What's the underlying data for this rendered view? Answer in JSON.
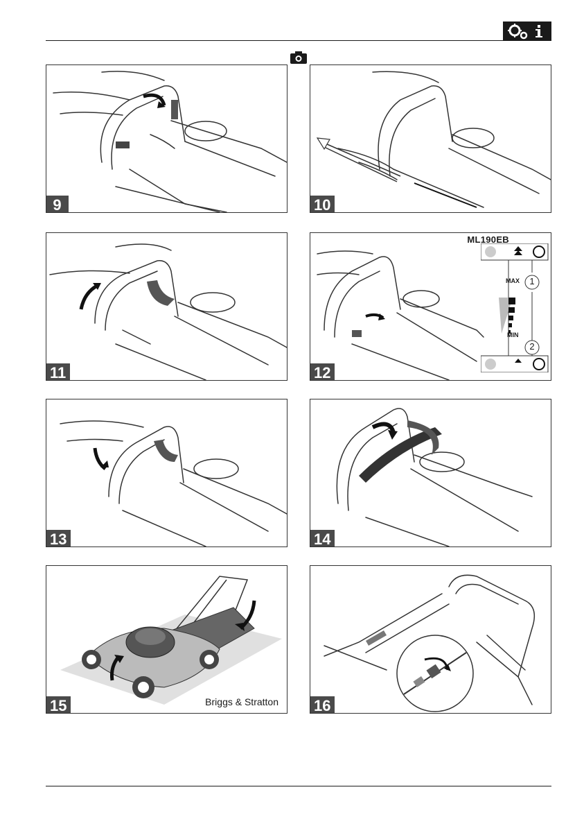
{
  "panels": [
    {
      "number": "9"
    },
    {
      "number": "10"
    },
    {
      "number": "11"
    },
    {
      "number": "12",
      "model": "ML190EB",
      "gauge": {
        "max_label": "MAX",
        "min_label": "MIN",
        "marker_1": "1",
        "marker_2": "2"
      }
    },
    {
      "number": "13"
    },
    {
      "number": "14"
    },
    {
      "number": "15",
      "brand": "Briggs & Stratton"
    },
    {
      "number": "16"
    }
  ]
}
